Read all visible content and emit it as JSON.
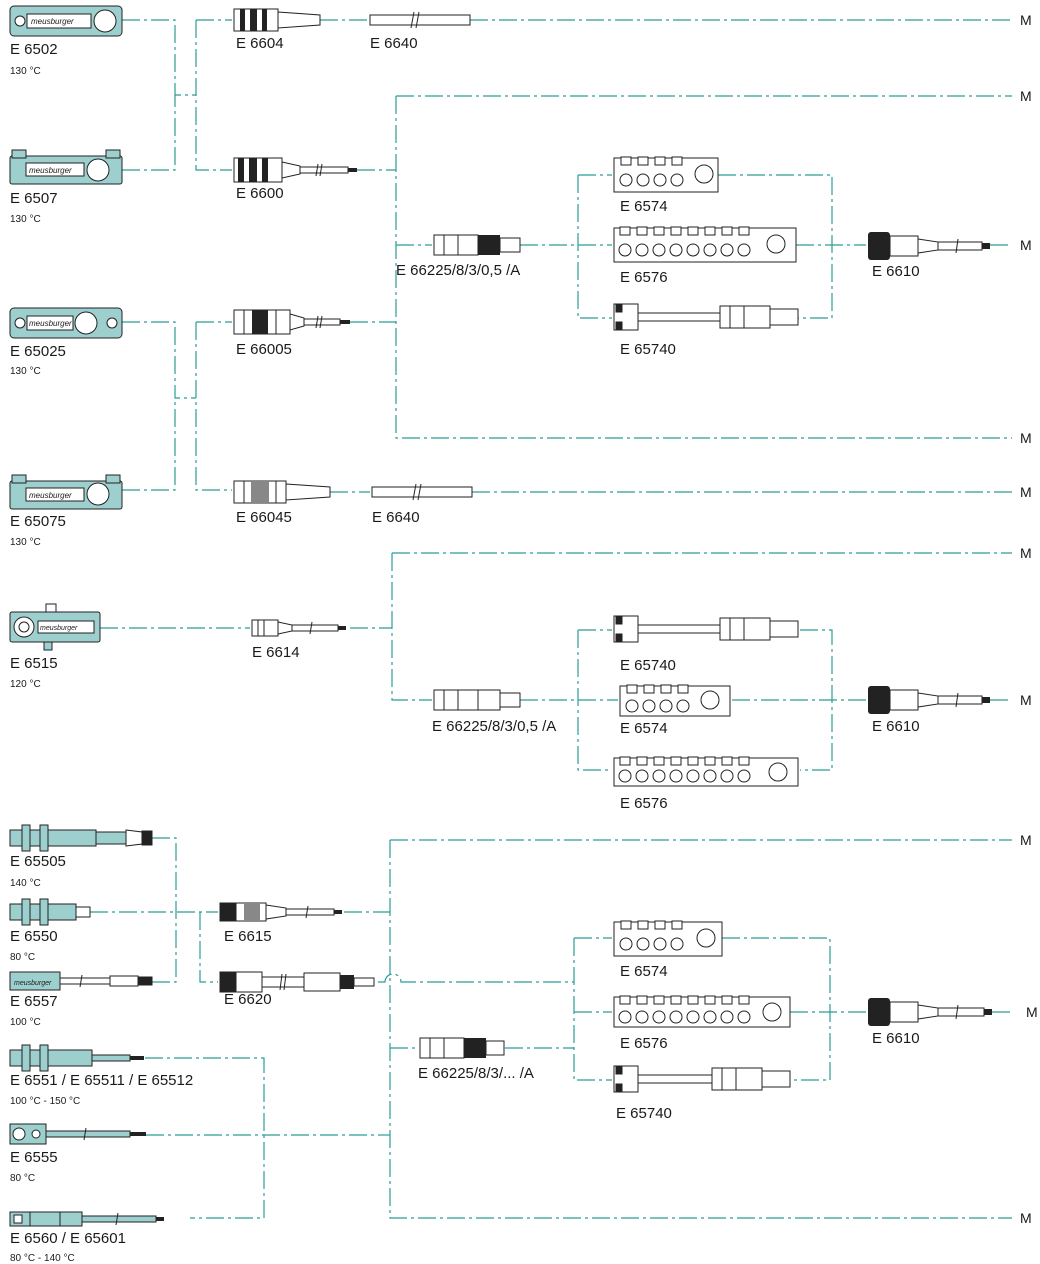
{
  "labels": {
    "e6502": "E 6502",
    "t6502": "130 °C",
    "e6507": "E 6507",
    "t6507": "130 °C",
    "e65025": "E 65025",
    "t65025": "130 °C",
    "e65075": "E 65075",
    "t65075": "130 °C",
    "e6604": "E 6604",
    "e6640a": "E 6640",
    "e6600": "E 6600",
    "e66005": "E 66005",
    "e66045": "E 66045",
    "e6640b": "E 6640",
    "e66225a": "E 66225/8/3/0,5 /A",
    "e6574a": "E 6574",
    "e6576a": "E 6576",
    "e65740a": "E 65740",
    "e6610a": "E 6610",
    "e6515": "E 6515",
    "t6515": "120 °C",
    "e6614": "E 6614",
    "e66225b": "E 66225/8/3/0,5 /A",
    "e65740b": "E 65740",
    "e6574b": "E 6574",
    "e6576b": "E 6576",
    "e6610b": "E 6610",
    "e65505": "E 65505",
    "t65505": "140 °C",
    "e6550": "E 6550",
    "t6550": "80 °C",
    "e6557": "E 6557",
    "t6557": "100 °C",
    "e6551": "E 6551 / E 65511 / E 65512",
    "t6551": "100 °C - 150 °C",
    "e6555": "E 6555",
    "t6555": "80 °C",
    "e6560": "E 6560 / E 65601",
    "t6560": "80 °C - 140 °C",
    "e6615": "E 6615",
    "e6620": "E 6620",
    "e66225c": "E 66225/8/3/... /A",
    "e6574c": "E 6574",
    "e6576c": "E 6576",
    "e65740c": "E 65740",
    "e6610c": "E 6610",
    "m": "M"
  },
  "brand_text": "meusburger",
  "colors": {
    "line": "#2c9c98",
    "housing": "#9dcfcf",
    "ink": "#222222"
  }
}
